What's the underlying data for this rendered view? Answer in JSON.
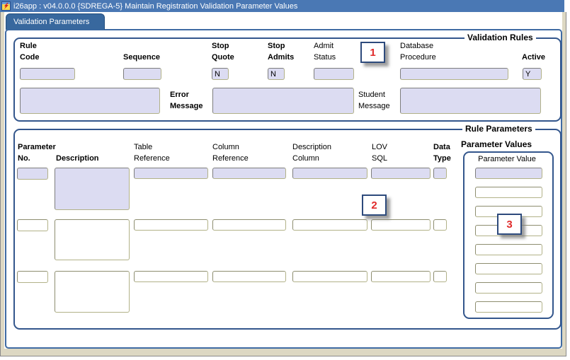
{
  "window": {
    "title": "i26app : v04.0.0.0  {SDREGA-5} Maintain Registration Validation Parameter Values",
    "icon": "forms-runtime-icon"
  },
  "tab": {
    "label": "Validation Parameters"
  },
  "colors": {
    "titlebar_blue": "#4a78b4",
    "tab_blue": "#38689e",
    "frame_border_navy": "#33568c",
    "field_fill_lavender": "#dcdcf2",
    "field_border_tan": "#b2b288",
    "annotation_red": "#e02a2a"
  },
  "validation_rules": {
    "legend": "Validation Rules",
    "rule_code_label_1": "Rule",
    "rule_code_label_2": "Code",
    "sequence_label": "Sequence",
    "stop_quote_label_1": "Stop",
    "stop_quote_label_2": "Quote",
    "stop_quote_value": "N",
    "stop_admits_label_1": "Stop",
    "stop_admits_label_2": "Admits",
    "stop_admits_value": "N",
    "admit_status_label_1": "Admit",
    "admit_status_label_2": "Status",
    "database_procedure_label_1": "Database",
    "database_procedure_label_2": "Procedure",
    "active_label": "Active",
    "active_value": "Y",
    "error_message_label_1": "Error",
    "error_message_label_2": "Message",
    "student_message_label_1": "Student",
    "student_message_label_2": "Message"
  },
  "rule_parameters": {
    "legend": "Rule Parameters",
    "parameter_label_1": "Parameter",
    "parameter_label_2": "No.",
    "description_label": "Description",
    "table_reference_label_1": "Table",
    "table_reference_label_2": "Reference",
    "column_reference_label_1": "Column",
    "column_reference_label_2": "Reference",
    "description_column_label_1": "Description",
    "description_column_label_2": "Column",
    "lov_sql_label_1": "LOV",
    "lov_sql_label_2": "SQL",
    "data_type_label_1": "Data",
    "data_type_label_2": "Type",
    "row_count": 3
  },
  "parameter_values": {
    "legend": "Parameter Values",
    "column_header": "Parameter Value",
    "field_count": 8
  },
  "annotations": {
    "marker_1": "1",
    "marker_2": "2",
    "marker_3": "3"
  }
}
